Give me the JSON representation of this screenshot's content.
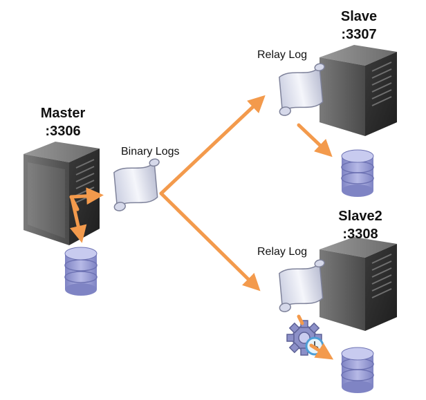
{
  "nodes": {
    "master": {
      "name": "Master",
      "port": ":3306"
    },
    "slave1": {
      "name": "Slave",
      "port": ":3307"
    },
    "slave2": {
      "name": "Slave2",
      "port": ":3308"
    }
  },
  "labels": {
    "binary_logs": "Binary Logs",
    "relay_log_1": "Relay Log",
    "relay_log_2": "Relay Log"
  },
  "colors": {
    "arrow": "#F39A4C",
    "server_body": "#5F5F5F",
    "server_front": "#2E2E2E",
    "database": "#9FA3D8",
    "scroll": "#E8EBF5"
  },
  "icons": [
    "server-icon",
    "database-icon",
    "log-scroll-icon",
    "gear-clock-icon"
  ]
}
